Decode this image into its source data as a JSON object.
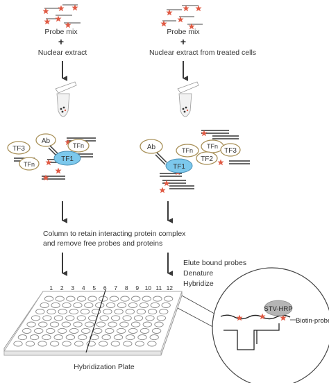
{
  "left": {
    "probe_mix": "Probe mix",
    "plus": "+",
    "extract": "Nuclear extract",
    "tf3": "TF3",
    "tfn": "TFn",
    "ab": "Ab",
    "tf1": "TF1",
    "tfn_bottom": "TFn"
  },
  "right": {
    "probe_mix": "Probe mix",
    "plus": "+",
    "extract": "Nuclear extract from treated cells",
    "ab": "Ab",
    "tfn": "TFn",
    "tfn_top": "TFn",
    "tf3": "TF3",
    "tf2": "TF2",
    "tf1": "TF1"
  },
  "column_step": {
    "line1": "Column to retain interacting protein complex",
    "line2": "and remove free probes and proteins"
  },
  "elute_step": {
    "line1": "Elute bound probes",
    "line2": "Denature",
    "line3": "Hybridize"
  },
  "plate": {
    "columns": [
      "1",
      "2",
      "3",
      "4",
      "5",
      "6",
      "7",
      "8",
      "9",
      "10",
      "11",
      "12"
    ],
    "label": "Hybridization Plate"
  },
  "zoom": {
    "enzyme": "STV-HRP",
    "probe": "Biotin-probe"
  },
  "colors": {
    "star": "#e05a44",
    "tf1_fill": "#7cc8ec",
    "tan_outline": "#a89058",
    "arrow": "#3a3a3a",
    "line": "#222222"
  }
}
